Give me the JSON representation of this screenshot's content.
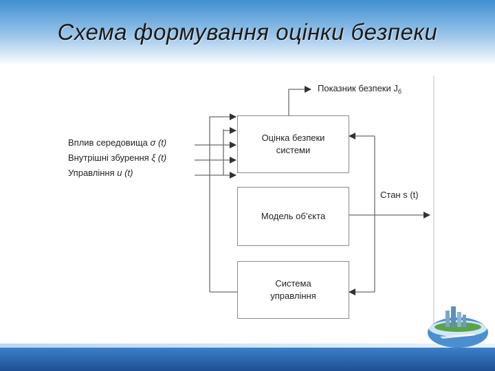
{
  "slide": {
    "title": "Схема формування оцінки безпеки"
  },
  "diagram": {
    "output_label": "Показник безпеки J",
    "output_subscript": "б",
    "inputs": [
      {
        "text": "Вплив середовища",
        "symbol": "σ (t)"
      },
      {
        "text": "Внутрішні збурення",
        "symbol": "ξ (t)"
      },
      {
        "text": "Управління",
        "symbol": "u (t)"
      }
    ],
    "boxes": {
      "assessment": [
        "Оцінка безпеки",
        "системи"
      ],
      "model": [
        "Модель об’єкта"
      ],
      "control": [
        "Система",
        "управління"
      ]
    },
    "state_label": "Стан s (t)"
  },
  "colors": {
    "header_top": "#3f8fd2",
    "footer": "#1e4f94",
    "line": "#6b6b6b"
  }
}
